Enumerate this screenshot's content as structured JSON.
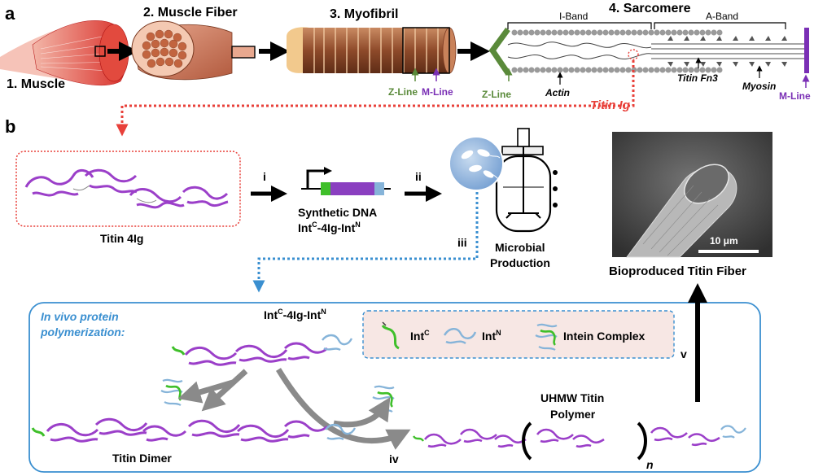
{
  "panel_a": {
    "letter": "a",
    "step1": "1. Muscle",
    "step2": "2. Muscle Fiber",
    "step3": "3. Myofibril",
    "step4": "4. Sarcomere",
    "i_band": "I-Band",
    "a_band": "A-Band",
    "z_line_1": "Z-Line",
    "m_line_1": "M-Line",
    "z_line_2": "Z-Line",
    "m_line_2": "M-Line",
    "actin": "Actin",
    "titin_fn3": "Titin Fn3",
    "myosin": "Myosin",
    "titin_ig": "Titin Ig"
  },
  "panel_b": {
    "letter": "b",
    "titin_4ig": "Titin 4Ig",
    "step_i": "i",
    "step_ii": "ii",
    "step_iii": "iii",
    "step_iv": "iv",
    "step_v": "v",
    "synthetic_dna_1": "Synthetic DNA",
    "construct_int_c": "Int",
    "construct_c_sup": "C",
    "construct_mid": "-4Ig-Int",
    "construct_n_sup": "N",
    "microbial_1": "Microbial",
    "microbial_2": "Production",
    "scale_bar": "10 μm",
    "fiber_caption": "Bioproduced Titin Fiber",
    "in_vivo_1": "In vivo protein",
    "in_vivo_2": "polymerization:",
    "legend_int_c": "Int",
    "legend_int_c_sup": "C",
    "legend_int_n": "Int",
    "legend_int_n_sup": "N",
    "legend_complex": "Intein Complex",
    "titin_dimer": "Titin Dimer",
    "uhmw_1": "UHMW Titin",
    "uhmw_2": "Polymer",
    "subscript_n": "n"
  },
  "colors": {
    "red_arrow": "#e8403a",
    "blue_arrow": "#3a8fd0",
    "purple": "#9b3fc9",
    "green": "#3fbf2a",
    "light_blue": "#86b4d9",
    "green_line": "#5a8a3a",
    "m_purple": "#7a2fb5",
    "legend_bg": "#f7e7e4"
  }
}
